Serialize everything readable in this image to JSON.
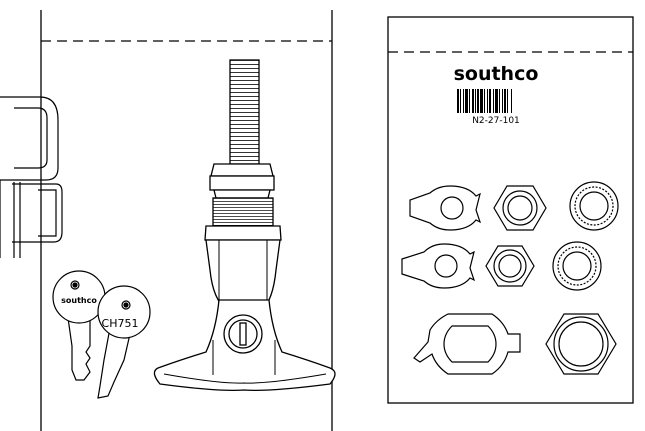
{
  "package_label": {
    "brand": "southco",
    "part_number": "N2-27-101"
  },
  "keys": {
    "key1_logo": "southco",
    "key2_code": "CH751"
  }
}
